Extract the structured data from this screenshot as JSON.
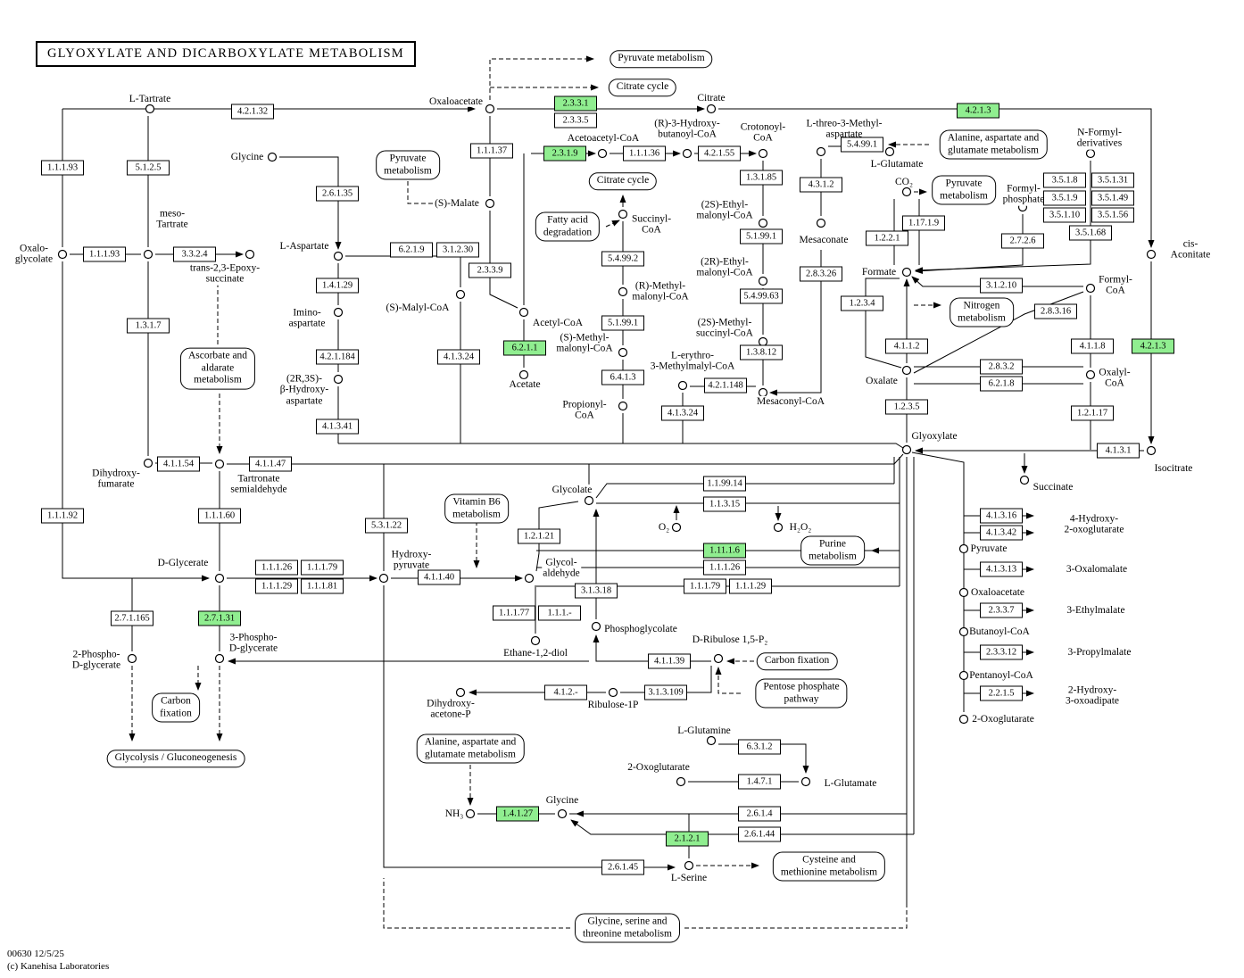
{
  "title": "GLYOXYLATE  AND  DICARBOXYLATE  METABOLISM",
  "footer": {
    "line1": "00630 12/5/25",
    "line2": "(c) Kanehisa Laboratories"
  },
  "colors": {
    "highlight": "#90ee90",
    "box_background": "#ffffff",
    "line": "#000000"
  },
  "enzymes": [
    {
      "ec": "4.2.1.32"
    },
    {
      "ec": "2.3.3.1"
    },
    {
      "ec": "2.3.3.5"
    },
    {
      "ec": "4.2.1.3"
    },
    {
      "ec": "1.1.1.93"
    },
    {
      "ec": "5.1.2.5"
    },
    {
      "ec": "1.1.1.37"
    },
    {
      "ec": "2.3.1.9"
    },
    {
      "ec": "1.1.1.36"
    },
    {
      "ec": "4.2.1.55"
    },
    {
      "ec": "5.4.99.1"
    },
    {
      "ec": "3.5.1.8"
    },
    {
      "ec": "3.5.1.31"
    },
    {
      "ec": "3.5.1.9"
    },
    {
      "ec": "3.5.1.49"
    },
    {
      "ec": "3.5.1.10"
    },
    {
      "ec": "3.5.1.56"
    },
    {
      "ec": "3.5.1.68"
    },
    {
      "ec": "2.6.1.35"
    },
    {
      "ec": "1.3.1.85"
    },
    {
      "ec": "4.3.1.2"
    },
    {
      "ec": "1.17.1.9"
    },
    {
      "ec": "1.2.2.1"
    },
    {
      "ec": "2.7.2.6"
    },
    {
      "ec": "1.1.1.93"
    },
    {
      "ec": "3.3.2.4"
    },
    {
      "ec": "6.2.1.9"
    },
    {
      "ec": "3.1.2.30"
    },
    {
      "ec": "2.3.3.9"
    },
    {
      "ec": "5.4.99.2"
    },
    {
      "ec": "5.1.99.1"
    },
    {
      "ec": "2.8.3.26"
    },
    {
      "ec": "3.1.2.10"
    },
    {
      "ec": "2.8.3.16"
    },
    {
      "ec": "1.2.3.4"
    },
    {
      "ec": "1.3.1.7"
    },
    {
      "ec": "1.4.1.29"
    },
    {
      "ec": "5.1.99.1"
    },
    {
      "ec": "5.4.99.63"
    },
    {
      "ec": "4.2.1.184"
    },
    {
      "ec": "4.1.3.24"
    },
    {
      "ec": "6.2.1.1"
    },
    {
      "ec": "1.3.8.12"
    },
    {
      "ec": "4.1.1.2"
    },
    {
      "ec": "4.1.1.8"
    },
    {
      "ec": "4.2.1.3"
    },
    {
      "ec": "6.4.1.3"
    },
    {
      "ec": "4.2.1.148"
    },
    {
      "ec": "2.8.3.2"
    },
    {
      "ec": "6.2.1.8"
    },
    {
      "ec": "1.2.3.5"
    },
    {
      "ec": "1.2.1.17"
    },
    {
      "ec": "4.1.3.41"
    },
    {
      "ec": "4.1.3.24"
    },
    {
      "ec": "4.1.1.54"
    },
    {
      "ec": "4.1.1.47"
    },
    {
      "ec": "4.1.3.1"
    },
    {
      "ec": "1.1.1.92"
    },
    {
      "ec": "1.1.1.60"
    },
    {
      "ec": "5.3.1.22"
    },
    {
      "ec": "1.1.99.14"
    },
    {
      "ec": "1.1.3.15"
    },
    {
      "ec": "1.11.1.6"
    },
    {
      "ec": "1.1.1.26"
    },
    {
      "ec": "1.1.1.79"
    },
    {
      "ec": "1.1.1.29"
    },
    {
      "ec": "4.1.3.16"
    },
    {
      "ec": "4.1.3.42"
    },
    {
      "ec": "4.1.3.13"
    },
    {
      "ec": "2.3.3.7"
    },
    {
      "ec": "2.3.3.12"
    },
    {
      "ec": "2.2.1.5"
    },
    {
      "ec": "1.2.1.21"
    },
    {
      "ec": "1.1.1.26"
    },
    {
      "ec": "1.1.1.79"
    },
    {
      "ec": "1.1.1.29"
    },
    {
      "ec": "1.1.1.81"
    },
    {
      "ec": "4.1.1.40"
    },
    {
      "ec": "3.1.3.18"
    },
    {
      "ec": "1.1.1.77"
    },
    {
      "ec": "1.1.1.-"
    },
    {
      "ec": "2.7.1.165"
    },
    {
      "ec": "2.7.1.31"
    },
    {
      "ec": "4.1.1.39"
    },
    {
      "ec": "4.1.2.-"
    },
    {
      "ec": "3.1.3.109"
    },
    {
      "ec": "6.3.1.2"
    },
    {
      "ec": "1.4.7.1"
    },
    {
      "ec": "2.6.1.4"
    },
    {
      "ec": "2.6.1.44"
    },
    {
      "ec": "1.4.1.27"
    },
    {
      "ec": "2.1.2.1"
    },
    {
      "ec": "2.6.1.45"
    }
  ],
  "metabolites": [
    {
      "label": "L-Tartrate"
    },
    {
      "label": "Oxaloacetate"
    },
    {
      "label": "Citrate"
    },
    {
      "label": "Glycine"
    },
    {
      "label": "Acetoacetyl-CoA"
    },
    {
      "label": "(R)-3-Hydroxy-\nbutanoyl-CoA"
    },
    {
      "label": "Crotonoyl-\nCoA"
    },
    {
      "label": "L-threo-3-Methyl-\naspartate"
    },
    {
      "label": "L-Glutamate"
    },
    {
      "label": "N-Formyl-\nderivatives"
    },
    {
      "label": "CO₂"
    },
    {
      "label": "Formyl-\nphosphate"
    },
    {
      "label": "meso-\nTartrate"
    },
    {
      "label": "Oxalo-\nglycolate"
    },
    {
      "label": "trans-2,3-Epoxy-\nsuccinate"
    },
    {
      "label": "L-Aspartate"
    },
    {
      "label": "(S)-Malate"
    },
    {
      "label": "Succinyl-\nCoA"
    },
    {
      "label": "(2S)-Ethyl-\nmalonyl-CoA"
    },
    {
      "label": "Mesaconate"
    },
    {
      "label": "Formate"
    },
    {
      "label": "cis-Aconitate"
    },
    {
      "label": "Imino-\naspartate"
    },
    {
      "label": "(S)-Malyl-CoA"
    },
    {
      "label": "Acetyl-CoA"
    },
    {
      "label": "(R)-Methyl-\nmalonyl-CoA"
    },
    {
      "label": "(2R)-Ethyl-\nmalonyl-CoA"
    },
    {
      "label": "(2S)-Methyl-\nsuccinyl-CoA"
    },
    {
      "label": "Formyl-\nCoA"
    },
    {
      "label": "(2R,3S)-\nβ-Hydroxy-\naspartate"
    },
    {
      "label": "(S)-Methyl-\nmalonyl-CoA"
    },
    {
      "label": "L-erythro-\n3-Methylmalyl-CoA"
    },
    {
      "label": "Oxalate"
    },
    {
      "label": "Oxalyl-\nCoA"
    },
    {
      "label": "Acetate"
    },
    {
      "label": "Propionyl-\nCoA"
    },
    {
      "label": "Mesaconyl-CoA"
    },
    {
      "label": "Glyoxylate"
    },
    {
      "label": "Dihydroxy-\nfumarate"
    },
    {
      "label": "Tartronate\nsemialdehyde"
    },
    {
      "label": "Succinate"
    },
    {
      "label": "Isocitrate"
    },
    {
      "label": "Glycolate"
    },
    {
      "label": "O₂"
    },
    {
      "label": "H₂O₂"
    },
    {
      "label": "4-Hydroxy-\n2-oxoglutarate"
    },
    {
      "label": "Pyruvate"
    },
    {
      "label": "3-Oxalomalate"
    },
    {
      "label": "D-Glycerate"
    },
    {
      "label": "Hydroxy-\npyruvate"
    },
    {
      "label": "Glycol-\naldehyde"
    },
    {
      "label": "Oxaloacetate"
    },
    {
      "label": "3-Ethylmalate"
    },
    {
      "label": "Butanoyl-CoA"
    },
    {
      "label": "3-Propylmalate"
    },
    {
      "label": "Pentanoyl-CoA"
    },
    {
      "label": "2-Hydroxy-\n3-oxoadipate"
    },
    {
      "label": "2-Oxoglutarate"
    },
    {
      "label": "3-Phospho-\nD-glycerate"
    },
    {
      "label": "2-Phospho-\nD-glycerate"
    },
    {
      "label": "Phosphoglycolate"
    },
    {
      "label": "Ethane-1,2-diol"
    },
    {
      "label": "D-Ribulose 1,5-P₂"
    },
    {
      "label": "Dihydroxy-\nacetone-P"
    },
    {
      "label": "Ribulose-1P"
    },
    {
      "label": "L-Glutamine"
    },
    {
      "label": "2-Oxoglutarate"
    },
    {
      "label": "L-Glutamate"
    },
    {
      "label": "NH₃"
    },
    {
      "label": "Glycine"
    },
    {
      "label": "L-Serine"
    }
  ],
  "pathways": [
    {
      "label": "Pyruvate metabolism"
    },
    {
      "label": "Citrate cycle"
    },
    {
      "label": "Pyruvate\nmetabolism"
    },
    {
      "label": "Citrate cycle"
    },
    {
      "label": "Fatty acid\ndegradation"
    },
    {
      "label": "Alanine, aspartate and\nglutamate metabolism"
    },
    {
      "label": "Pyruvate\nmetabolism"
    },
    {
      "label": "Nitrogen\nmetabolism"
    },
    {
      "label": "Ascorbate and\naldarate\nmetabolism"
    },
    {
      "label": "Vitamin B6\nmetabolism"
    },
    {
      "label": "Purine\nmetabolism"
    },
    {
      "label": "Carbon fixation"
    },
    {
      "label": "Pentose phosphate\npathway"
    },
    {
      "label": "Carbon\nfixation"
    },
    {
      "label": "Glycolysis / Gluconeogenesis"
    },
    {
      "label": "Alanine, aspartate and\nglutamate metabolism"
    },
    {
      "label": "Cysteine and\nmethionine metabolism"
    },
    {
      "label": "Glycine, serine and\nthreonine metabolism"
    }
  ]
}
